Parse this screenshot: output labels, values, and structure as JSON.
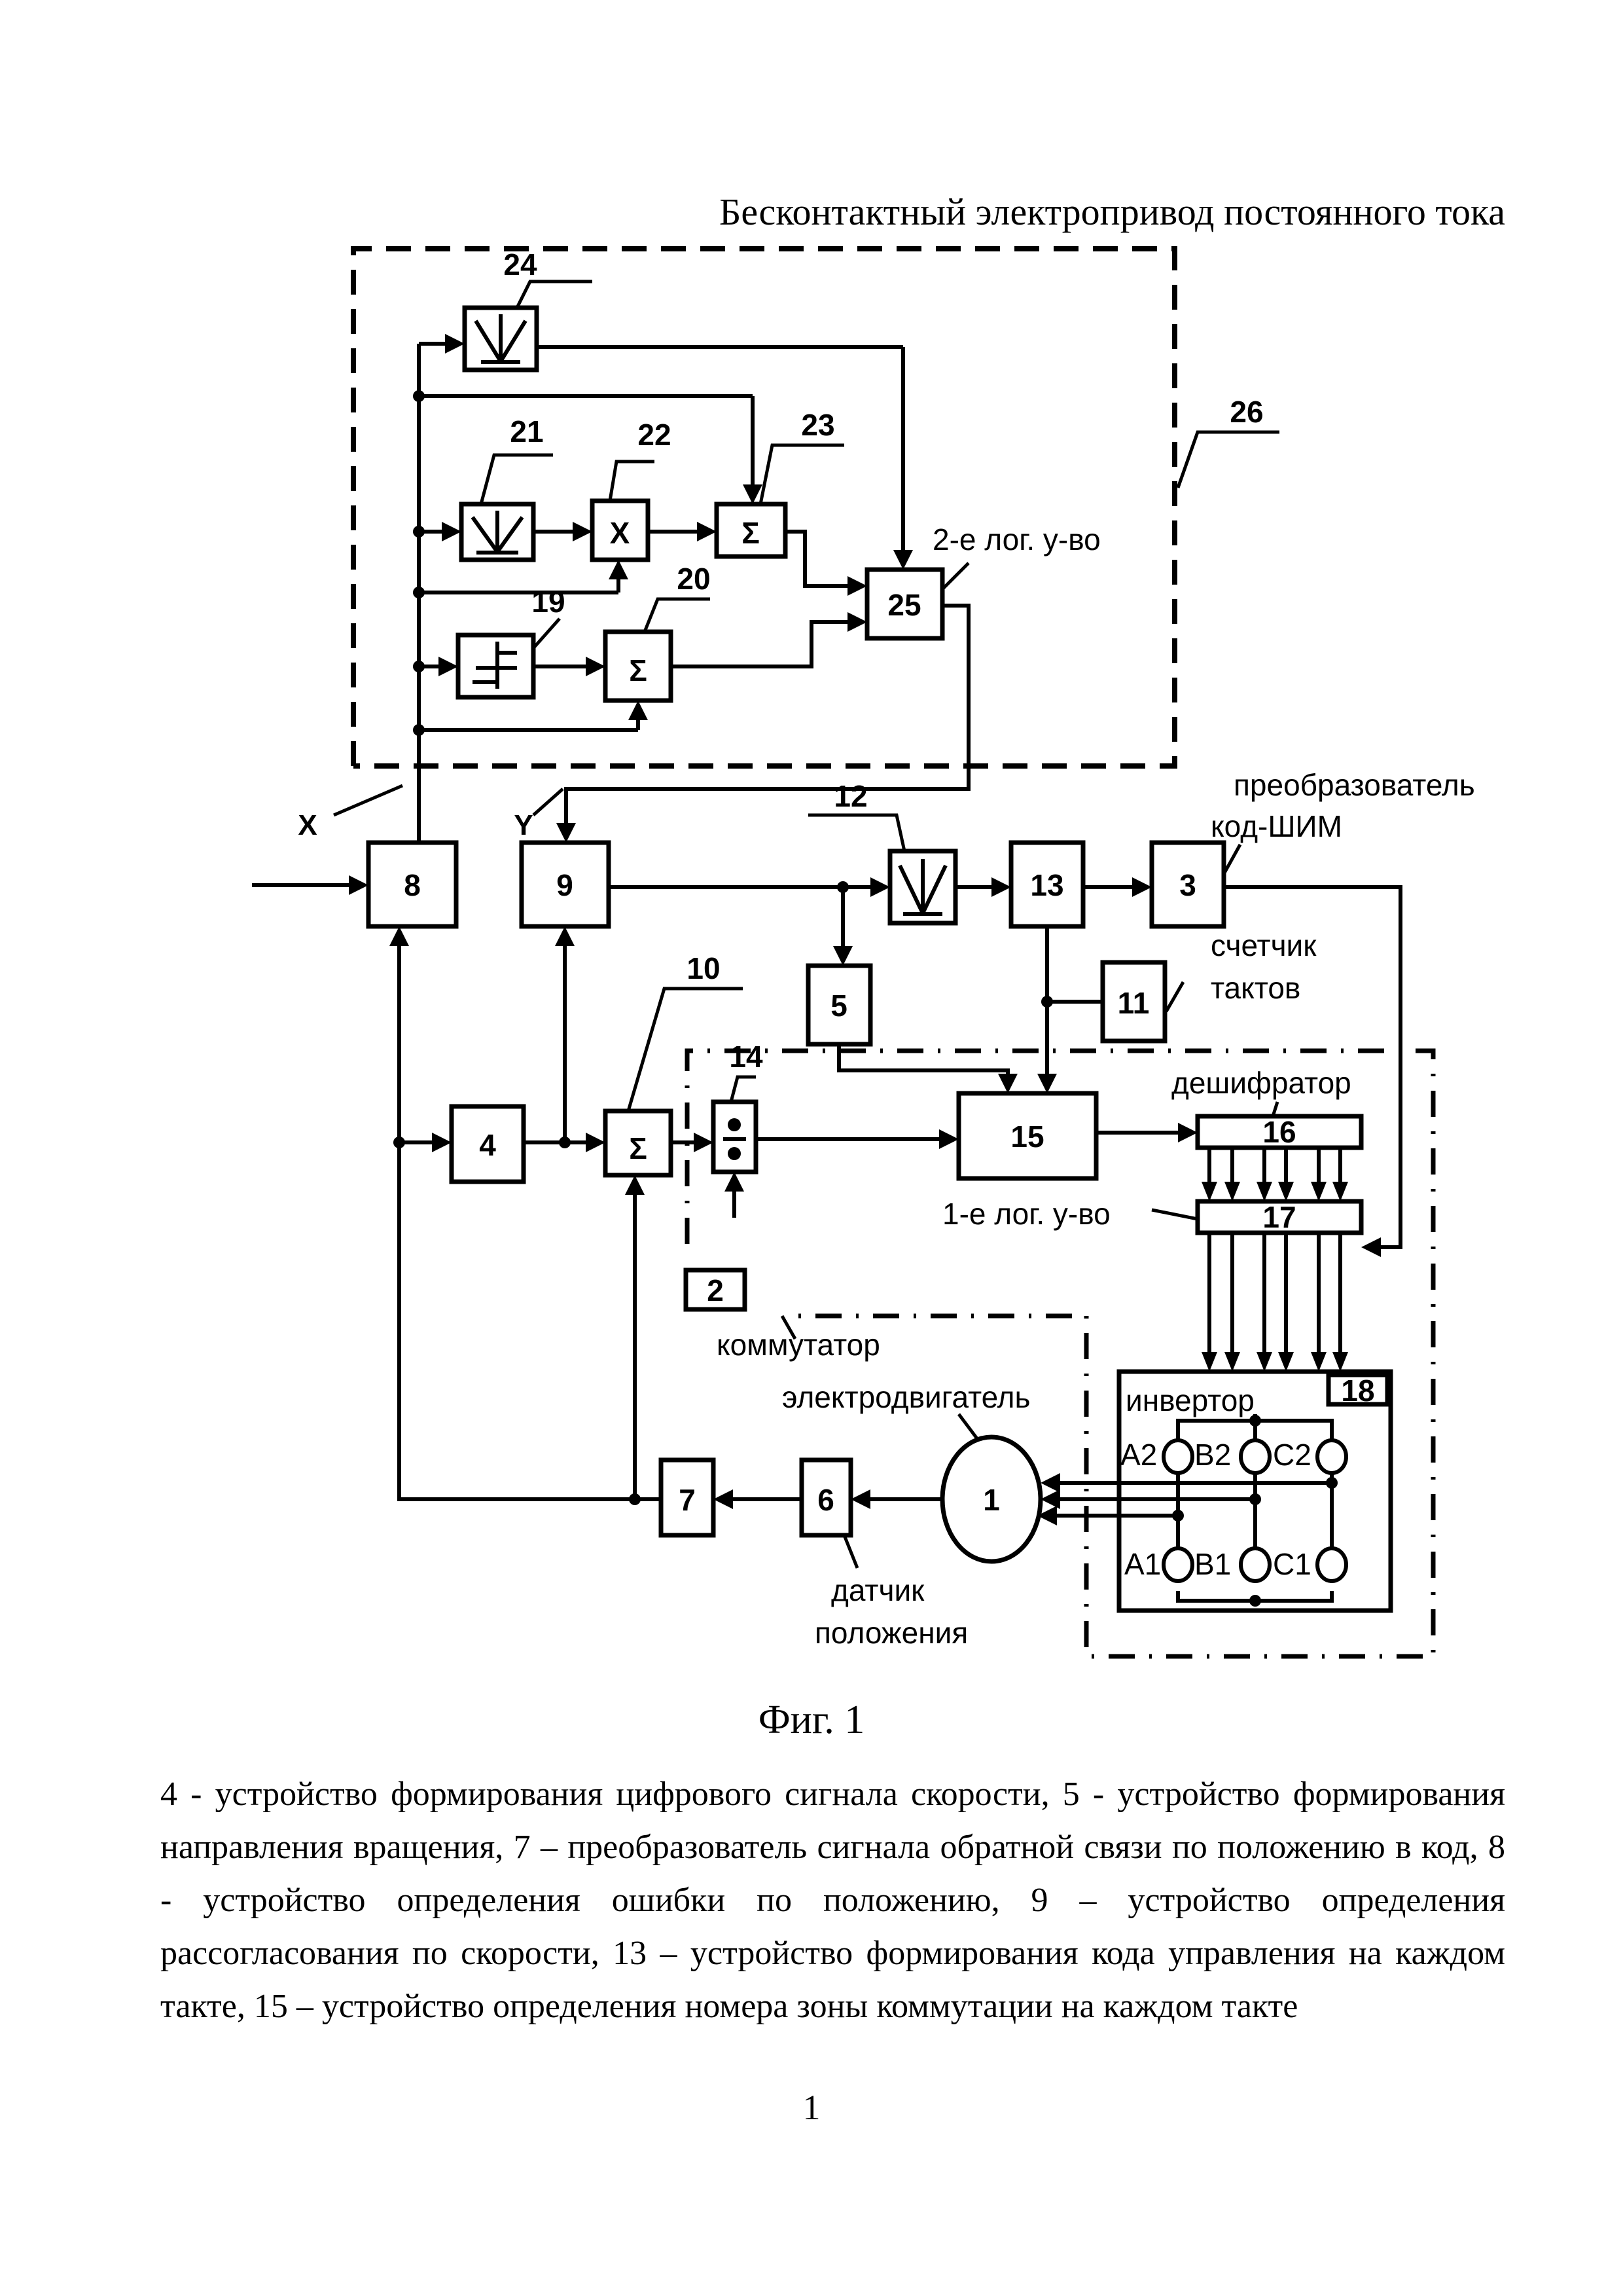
{
  "header": {
    "title": "Бесконтактный электропривод постоянного тока"
  },
  "diagram": {
    "blocks": {
      "b1": "1",
      "b2": "2",
      "b3": "3",
      "b4": "4",
      "b5": "5",
      "b6": "6",
      "b7": "7",
      "b8": "8",
      "b9": "9",
      "b10": "10",
      "b11": "11",
      "b12": "12",
      "b13": "13",
      "b14": "14",
      "b15": "15",
      "b16": "16",
      "b17": "17",
      "b18": "18",
      "b19": "19",
      "b20": "20",
      "b21": "21",
      "b22": "22",
      "b23": "23",
      "b24": "24",
      "b25": "25",
      "b26": "26"
    },
    "symbols": {
      "sum": "Σ",
      "mult": "X"
    },
    "signals": {
      "x": "X",
      "y": "Y"
    },
    "labels": {
      "logic2": "2-е лог. у-во",
      "converter_line1": "преобразователь",
      "converter_line2": "код-ШИМ",
      "counter_line1": "счетчик",
      "counter_line2": "тактов",
      "decoder": "дешифратор",
      "logic1": "1-е лог. у-во",
      "commutator": "коммутатор",
      "inverter": "инвертор",
      "motor": "электродвигатель",
      "sensor_line1": "датчик",
      "sensor_line2": "положения"
    },
    "inverter_switches": {
      "a2": "A2",
      "b2": "B2",
      "c2": "C2",
      "a1": "A1",
      "b1": "B1",
      "c1": "C1"
    }
  },
  "figure": {
    "caption": "Фиг. 1",
    "legend": "4 - устройство  формирования цифрового сигнала скорости, 5 - устройство формирования направления вращения, 7 – преобразователь сигнала обратной связи по положению в код, 8 - устройство определения ошибки по положению, 9 – устройство определения рассогласования по скорости, 13 – устройство формирования кода управления на каждом такте, 15 – устройство определения номера зоны коммутации на каждом такте"
  },
  "footer": {
    "page_number": "1"
  }
}
